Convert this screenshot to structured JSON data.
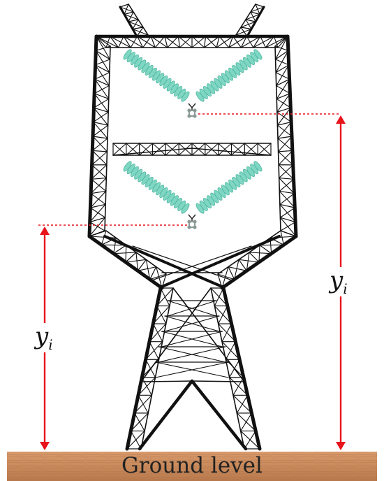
{
  "ground": {
    "label": "Ground level",
    "color": "#c98a5c"
  },
  "heights": {
    "left": {
      "symbol": "y",
      "subscript": "i"
    },
    "right": {
      "symbol": "y",
      "subscript": "i"
    }
  },
  "colors": {
    "tower": "#111111",
    "insulator": "#7fd6c3",
    "insulator_edge": "#4fb8a2",
    "clamp": "#8a9a96",
    "arrow": "#e8141c"
  }
}
